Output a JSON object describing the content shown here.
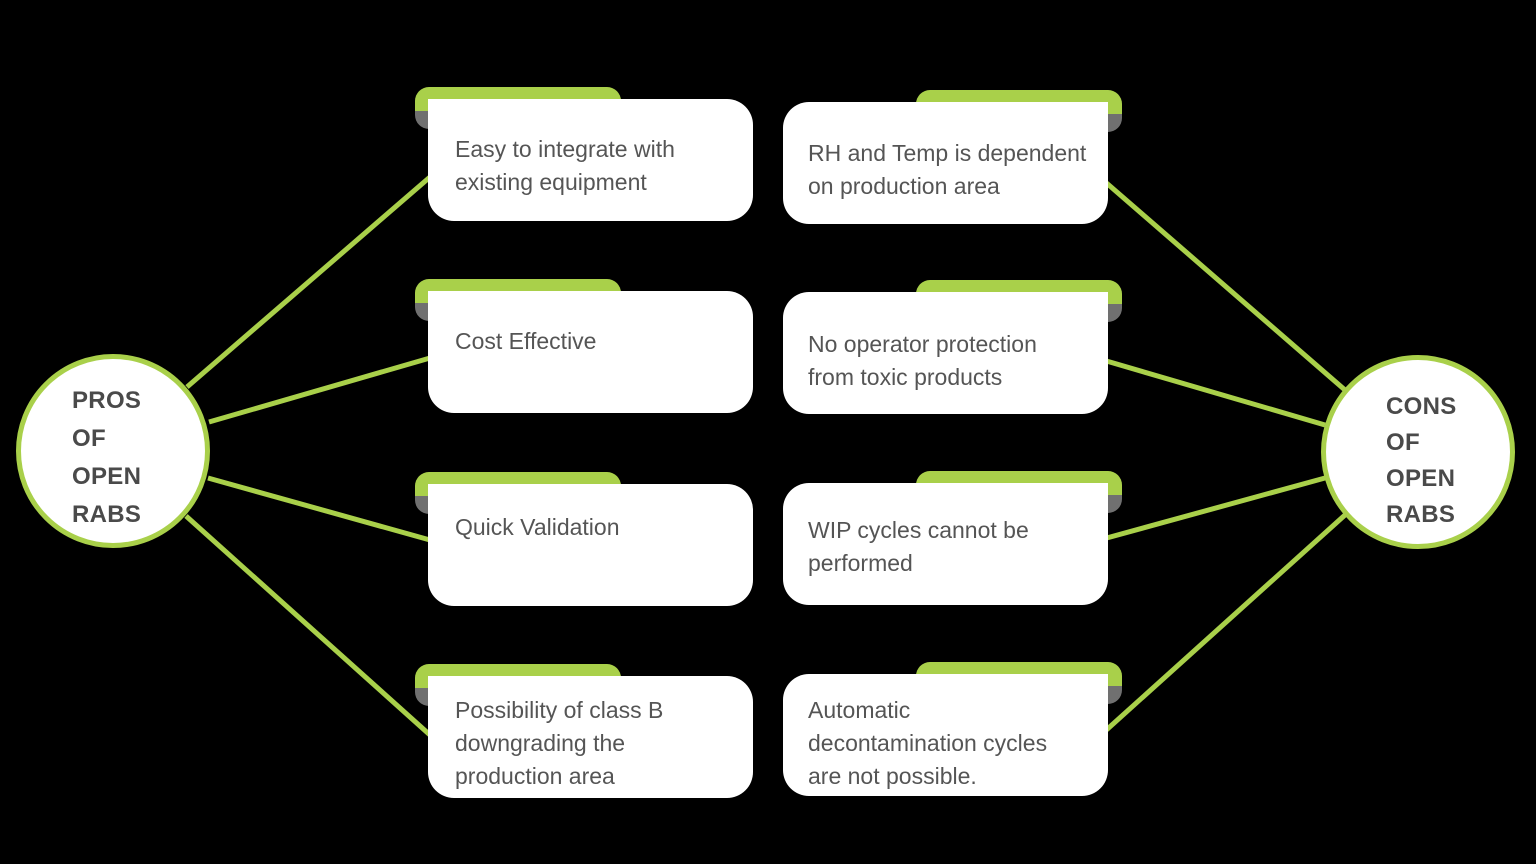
{
  "colors": {
    "background": "#000000",
    "accent_green": "#a9d04a",
    "fold_grey": "#707070",
    "card_bg": "#ffffff",
    "hub_text": "#4a4a4a",
    "card_text": "#555555"
  },
  "pros": {
    "hub_lines": [
      "PROS",
      "OF",
      "OPEN",
      "RABS"
    ],
    "items": [
      {
        "lines": [
          "Easy to integrate with",
          "existing equipment"
        ]
      },
      {
        "lines": [
          "Cost Effective"
        ]
      },
      {
        "lines": [
          "Quick Validation"
        ]
      },
      {
        "lines": [
          "Possibility of class B",
          "downgrading the",
          "production area"
        ]
      }
    ]
  },
  "cons": {
    "hub_lines": [
      "CONS",
      "OF",
      "OPEN",
      "RABS"
    ],
    "items": [
      {
        "lines": [
          "RH and Temp is dependent",
          "on production area"
        ]
      },
      {
        "lines": [
          "No operator protection",
          "from toxic products"
        ]
      },
      {
        "lines": [
          "WIP cycles cannot be",
          "performed"
        ]
      },
      {
        "lines": [
          "Automatic",
          "decontamination cycles",
          "are not possible."
        ]
      }
    ]
  }
}
